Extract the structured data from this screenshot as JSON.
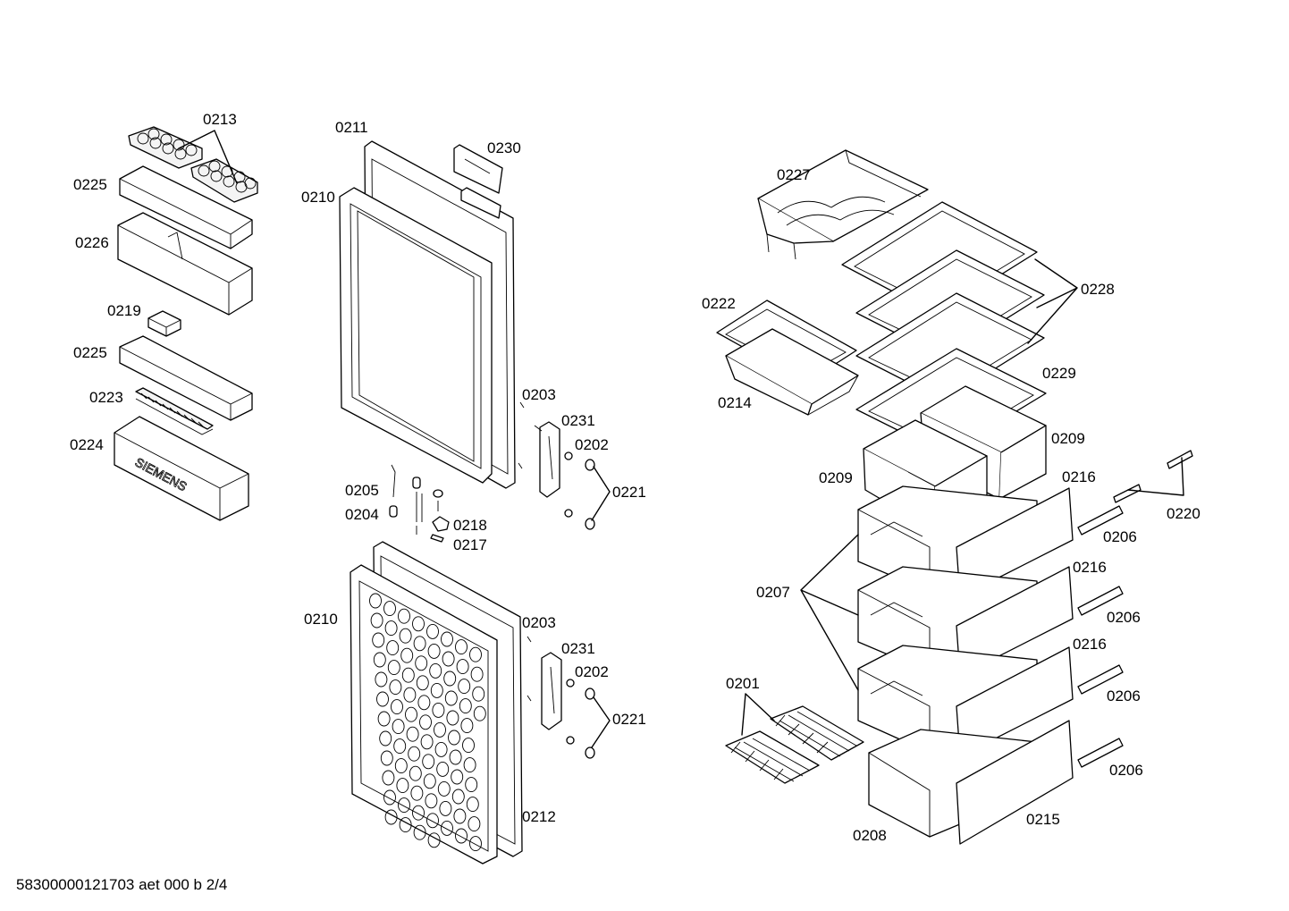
{
  "document_id": "58300000121703 aet 000 b 2/4",
  "brand_mark": "SIEMENS",
  "labels": {
    "p0213": "0213",
    "p0225a": "0225",
    "p0226": "0226",
    "p0219": "0219",
    "p0225b": "0225",
    "p0223": "0223",
    "p0224": "0224",
    "p0211": "0211",
    "p0230": "0230",
    "p0210a": "0210",
    "p0203a": "0203",
    "p0231a": "0231",
    "p0202a": "0202",
    "p0221a": "0221",
    "p0205": "0205",
    "p0204": "0204",
    "p0218": "0218",
    "p0217": "0217",
    "p0210b": "0210",
    "p0203b": "0203",
    "p0231b": "0231",
    "p0202b": "0202",
    "p0221b": "0221",
    "p0212": "0212",
    "p0227": "0227",
    "p0228": "0228",
    "p0222": "0222",
    "p0214": "0214",
    "p0229": "0229",
    "p0209a": "0209",
    "p0209b": "0209",
    "p0216a": "0216",
    "p0220": "0220",
    "p0206a": "0206",
    "p0216b": "0216",
    "p0207": "0207",
    "p0206b": "0206",
    "p0216c": "0216",
    "p0201": "0201",
    "p0206c": "0206",
    "p0206d": "0206",
    "p0208": "0208",
    "p0215": "0215"
  }
}
